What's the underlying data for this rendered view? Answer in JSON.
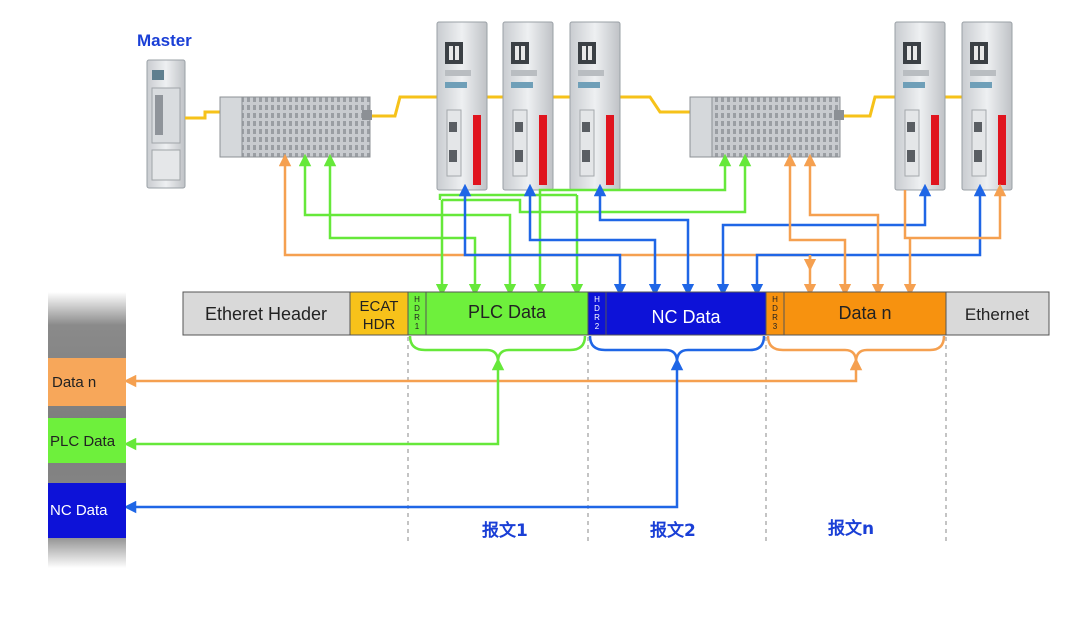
{
  "master_label": "Master",
  "frame_segments": {
    "ethernet_header": "Etheret Header",
    "ecat_hdr_line1": "ECAT",
    "ecat_hdr_line2": "HDR",
    "hdr1": "HDR1",
    "plc_data": "PLC Data",
    "hdr2": "HDR2",
    "nc_data": "NC Data",
    "hdr3": "HDR3",
    "data_n": "Data n",
    "ethernet_trailer": "Ethernet"
  },
  "side_bars": {
    "data_n": "Data n",
    "plc_data": "PLC Data",
    "nc_data": "NC Data"
  },
  "section_labels": [
    "报文1",
    "报文2",
    "报文n"
  ],
  "colors": {
    "green": "#66e83a",
    "blue": "#1f66e6",
    "orange": "#f5a050",
    "nc_fill": "#0d12d8",
    "plc_fill": "#6ef03c",
    "data_fill": "#f7920f",
    "ecat_fill": "#f7c21a",
    "gray_fill": "#d9d9d9",
    "cable": "#f6c21a",
    "label_blue": "#1a3fd6"
  }
}
